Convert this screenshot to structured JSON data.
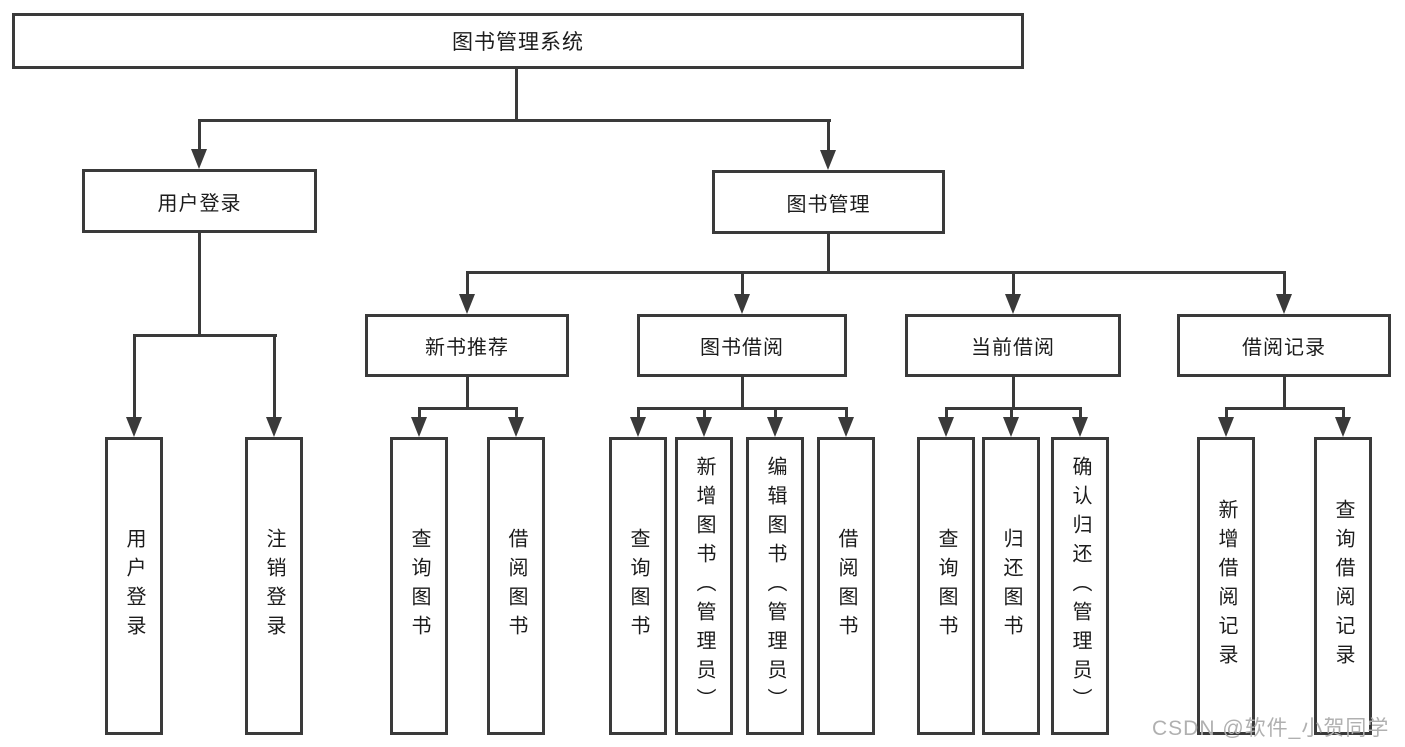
{
  "colors": {
    "line": "#3a3a3a",
    "text": "#1c1c1c",
    "background": "#ffffff",
    "watermark": "#b0b0b0"
  },
  "watermark": "CSDN @软件_小贺同学",
  "tree": {
    "root": "图书管理系统",
    "branches": [
      {
        "label": "用户登录",
        "children": [
          "用户登录",
          "注销登录"
        ]
      },
      {
        "label": "图书管理",
        "groups": [
          {
            "label": "新书推荐",
            "children": [
              "查询图书",
              "借阅图书"
            ]
          },
          {
            "label": "图书借阅",
            "children": [
              "查询图书",
              "新增图书（管理员）",
              "编辑图书（管理员）",
              "借阅图书"
            ]
          },
          {
            "label": "当前借阅",
            "children": [
              "查询图书",
              "归还图书",
              "确认归还（管理员）"
            ]
          },
          {
            "label": "借阅记录",
            "children": [
              "新增借阅记录",
              "查询借阅记录"
            ]
          }
        ]
      }
    ]
  }
}
